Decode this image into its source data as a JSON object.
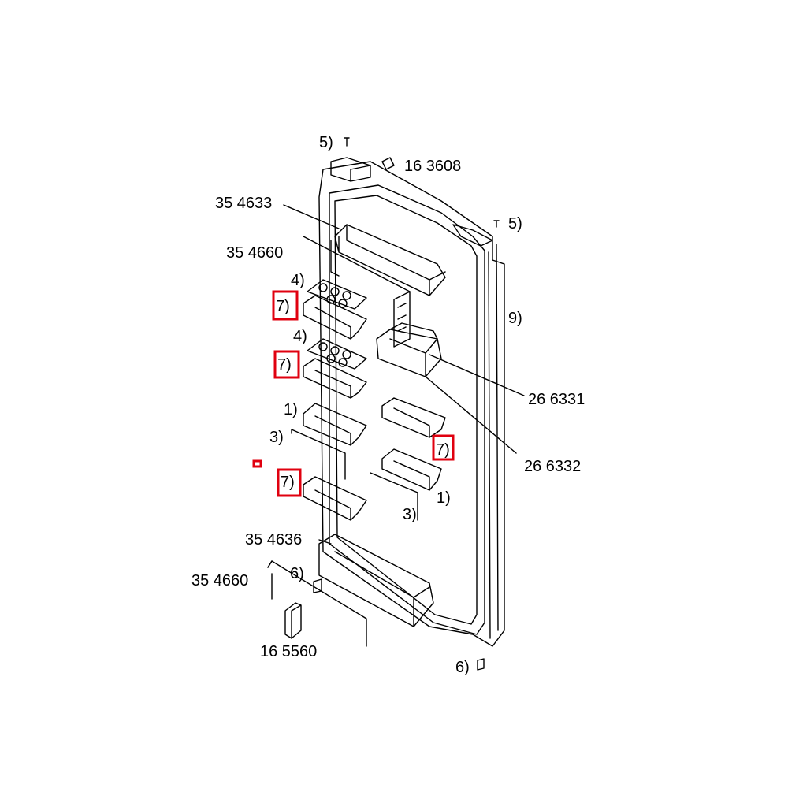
{
  "diagram": {
    "colors": {
      "line": "#000000",
      "highlight": "#e0000f",
      "background": "#ffffff"
    },
    "labels": {
      "l_5_top": "5)",
      "l_163608": "16 3608",
      "l_5_right": "5)",
      "l_354633": "35 4633",
      "l_354660_top": "35 4660",
      "l_4_upper": "4)",
      "l_7_upper": "7)",
      "l_9": "9)",
      "l_4_lower": "4)",
      "l_7_mid": "7)",
      "l_266331": "26 6331",
      "l_1_left": "1)",
      "l_3_left": "3)",
      "l_7_right": "7)",
      "l_266332": "26 6332",
      "l_7_lower": "7)",
      "l_1_right": "1)",
      "l_3_right": "3)",
      "l_354636": "35 4636",
      "l_6_left": "6)",
      "l_354660_bottom": "35 4660",
      "l_165560": "16 5560",
      "l_6_bottom": "6)"
    }
  }
}
